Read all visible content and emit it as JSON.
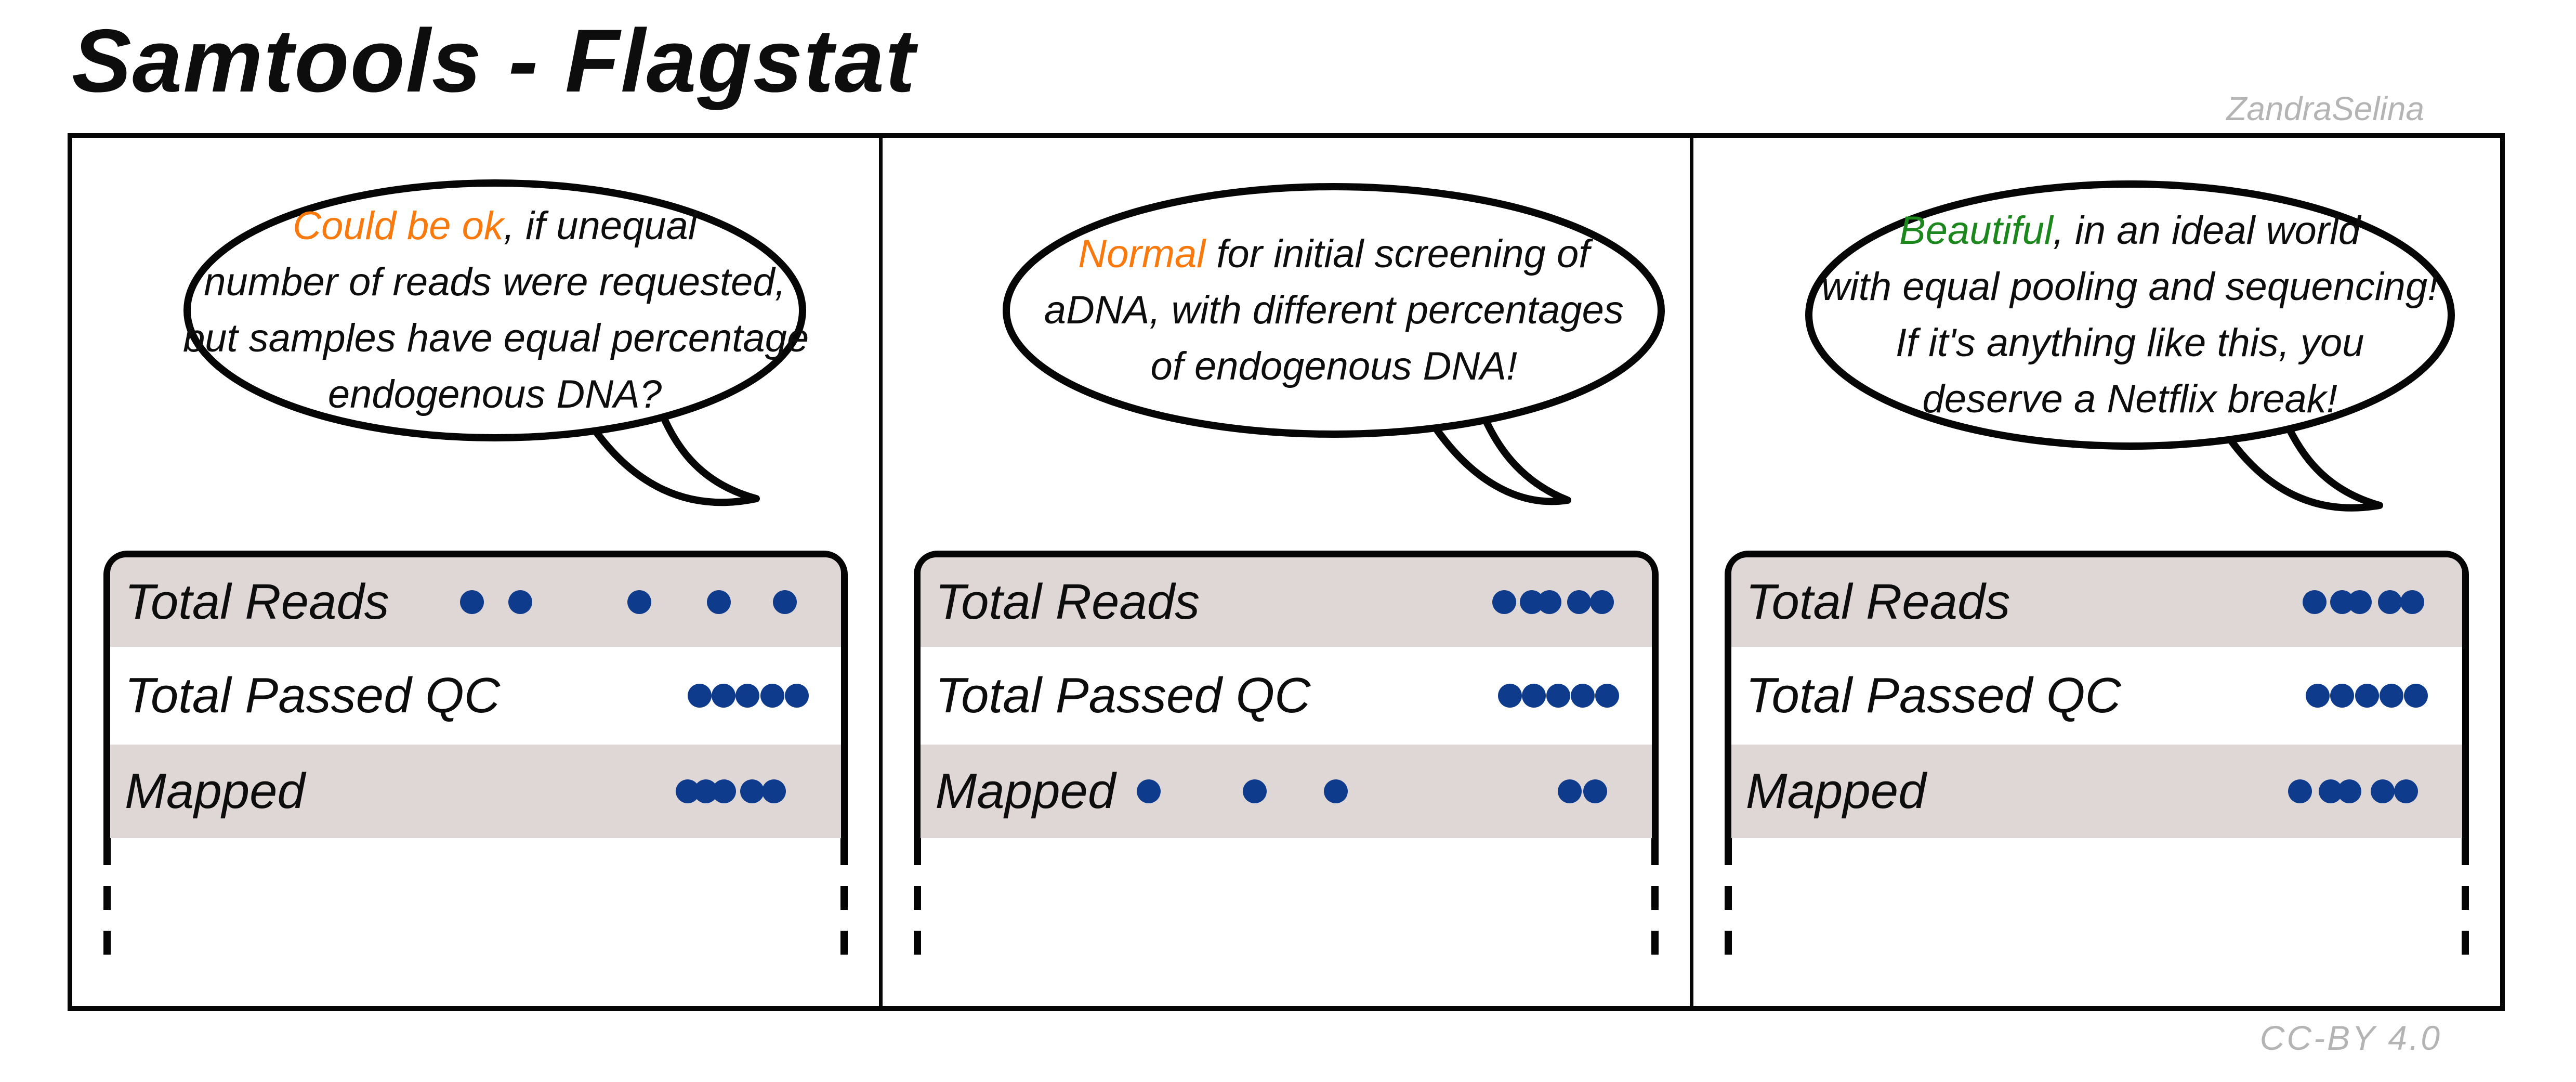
{
  "page": {
    "title": "Samtools - Flagstat",
    "credit": "ZandraSelina",
    "license": "CC-BY 4.0"
  },
  "colors": {
    "ink": "#0d0d0d",
    "accent_orange": "#f8790d",
    "accent_green": "#1c871c",
    "dot_navy": "#0e3b8c",
    "row_band": "#dfd7d6",
    "muted_gray": "#b4b4b4"
  },
  "row_labels": [
    "Total Reads",
    "Total Passed QC",
    "Mapped"
  ],
  "panels": [
    {
      "name": "panel-could-be-ok",
      "bubble_lines": [
        [
          {
            "text": "Could be ok",
            "color_key": "accent_orange"
          },
          {
            "text": ", if unequal"
          }
        ],
        [
          {
            "text": "number of reads were requested,"
          }
        ],
        [
          {
            "text": "but samples have equal percentage"
          }
        ],
        [
          {
            "text": "endogenous DNA?"
          }
        ]
      ],
      "table_rows": [
        {
          "label": "Total Reads",
          "dot_count": 5,
          "dot_positions": [
            0.495,
            0.561,
            0.724,
            0.833,
            0.923
          ]
        },
        {
          "label": "Total Passed QC",
          "dot_count": 5,
          "dot_positions": [
            0.806,
            0.839,
            0.872,
            0.906,
            0.939
          ]
        },
        {
          "label": "Mapped",
          "dot_count": 5,
          "dot_positions": [
            0.79,
            0.815,
            0.84,
            0.878,
            0.908
          ]
        }
      ]
    },
    {
      "name": "panel-normal",
      "bubble_lines": [
        [
          {
            "text": "Normal",
            "color_key": "accent_orange"
          },
          {
            "text": " for initial screening of"
          }
        ],
        [
          {
            "text": "aDNA, with different percentages"
          }
        ],
        [
          {
            "text": "of endogenous DNA!"
          }
        ]
      ],
      "table_rows": [
        {
          "label": "Total Reads",
          "dot_count": 5,
          "dot_positions": [
            0.798,
            0.836,
            0.86,
            0.901,
            0.932
          ]
        },
        {
          "label": "Total Passed QC",
          "dot_count": 5,
          "dot_positions": [
            0.806,
            0.839,
            0.872,
            0.906,
            0.939
          ]
        },
        {
          "label": "Mapped",
          "dot_count": 5,
          "dot_positions": [
            0.312,
            0.457,
            0.568,
            0.888,
            0.923
          ]
        }
      ]
    },
    {
      "name": "panel-beautiful",
      "bubble_lines": [
        [
          {
            "text": "Beautiful",
            "color_key": "accent_green"
          },
          {
            "text": ", in an ideal world"
          }
        ],
        [
          {
            "text": "with equal pooling and sequencing!"
          }
        ],
        [
          {
            "text": "If it's anything like this, you"
          }
        ],
        [
          {
            "text": "deserve a Netflix break!"
          }
        ]
      ],
      "table_rows": [
        {
          "label": "Total Reads",
          "dot_count": 5,
          "dot_positions": [
            0.798,
            0.836,
            0.86,
            0.901,
            0.932
          ]
        },
        {
          "label": "Total Passed QC",
          "dot_count": 5,
          "dot_positions": [
            0.802,
            0.836,
            0.87,
            0.903,
            0.937
          ]
        },
        {
          "label": "Mapped",
          "dot_count": 5,
          "dot_positions": [
            0.778,
            0.82,
            0.846,
            0.891,
            0.923
          ]
        }
      ]
    }
  ]
}
